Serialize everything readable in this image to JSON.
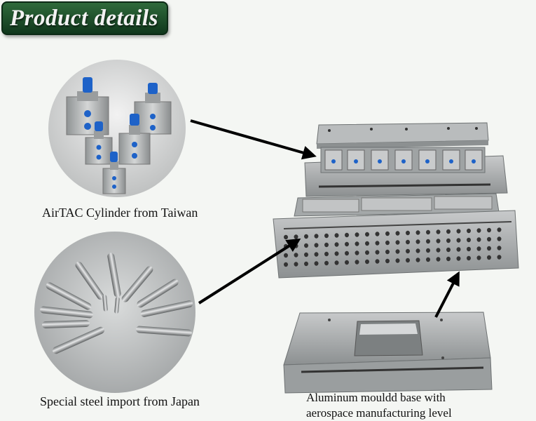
{
  "header": {
    "title": "Product details"
  },
  "captions": {
    "cylinder": "AirTAC Cylinder from Taiwan",
    "steel": "Special steel import from Japan",
    "base_line1": "Aluminum mouldd base with",
    "base_line2": "aerospace manufacturing level"
  },
  "colors": {
    "banner_green": "#1f4f2c",
    "cylinder_blue": "#1e62c8",
    "metal": "#a9acad"
  }
}
